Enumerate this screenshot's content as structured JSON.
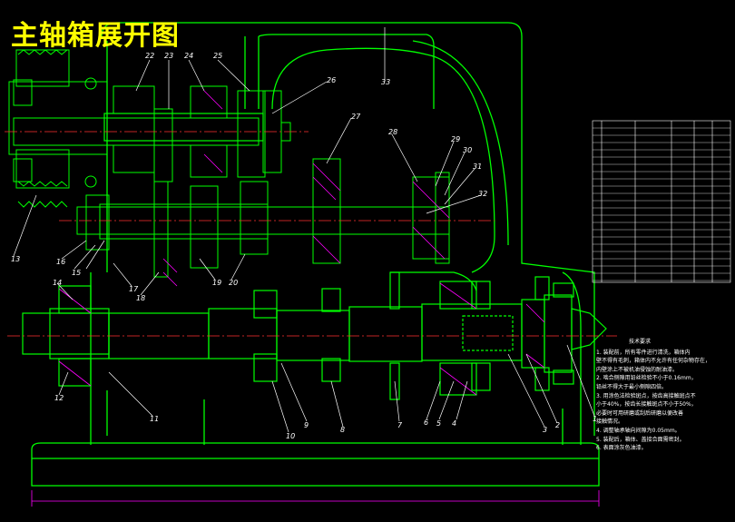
{
  "title": "主轴箱展开图",
  "callouts": [
    {
      "id": "c1",
      "label": "1"
    },
    {
      "id": "c2",
      "label": "2"
    },
    {
      "id": "c3",
      "label": "3"
    },
    {
      "id": "c4",
      "label": "4"
    },
    {
      "id": "c5",
      "label": "5"
    },
    {
      "id": "c6",
      "label": "6"
    },
    {
      "id": "c7",
      "label": "7"
    },
    {
      "id": "c8",
      "label": "8"
    },
    {
      "id": "c9",
      "label": "9"
    },
    {
      "id": "c10",
      "label": "10"
    },
    {
      "id": "c11",
      "label": "11"
    },
    {
      "id": "c12",
      "label": "12"
    },
    {
      "id": "c13",
      "label": "13"
    },
    {
      "id": "c14",
      "label": "14"
    },
    {
      "id": "c15",
      "label": "15"
    },
    {
      "id": "c16",
      "label": "16"
    },
    {
      "id": "c17",
      "label": "17"
    },
    {
      "id": "c18",
      "label": "18"
    },
    {
      "id": "c19",
      "label": "19"
    },
    {
      "id": "c20",
      "label": "20"
    },
    {
      "id": "c22",
      "label": "22"
    },
    {
      "id": "c23",
      "label": "23"
    },
    {
      "id": "c24",
      "label": "24"
    },
    {
      "id": "c25",
      "label": "25"
    },
    {
      "id": "c26",
      "label": "26"
    },
    {
      "id": "c27",
      "label": "27"
    },
    {
      "id": "c28",
      "label": "28"
    },
    {
      "id": "c29",
      "label": "29"
    },
    {
      "id": "c30",
      "label": "30"
    },
    {
      "id": "c31",
      "label": "31"
    },
    {
      "id": "c32",
      "label": "32"
    },
    {
      "id": "c33",
      "label": "33"
    }
  ],
  "tech_requirements": {
    "heading": "技术要求",
    "lines": [
      "1. 装配前，所有零件进行清洗，箱体内",
      "   壁不得有毛刺，箱体内不允许有任何杂物存在，",
      "   内壁涂上不被机油侵蚀的耐油漆。",
      "2. 啮合侧隙用铅丝检验不小于0.16mm，",
      "   铅丝不得大于最小侧隙四倍。",
      "3. 用涂色法检验斑点，按齿高接触斑点不",
      "   小于40%，按齿长接触斑点不小于50%，",
      "   必要时可用研磨或刮后研磨以便改善",
      "   接触情况。",
      "4. 调整轴承轴向间隙为0.05mm。",
      "5. 装配后，箱体、盖接合面需密封。",
      "6. 表面涂灰色油漆。"
    ]
  },
  "colors": {
    "outline": "#00ff00",
    "center_line": "#ff3030",
    "hatch": "#ff00ff",
    "leader": "#ffffff",
    "title": "#ffff00",
    "dimension": "#ff00ff"
  }
}
